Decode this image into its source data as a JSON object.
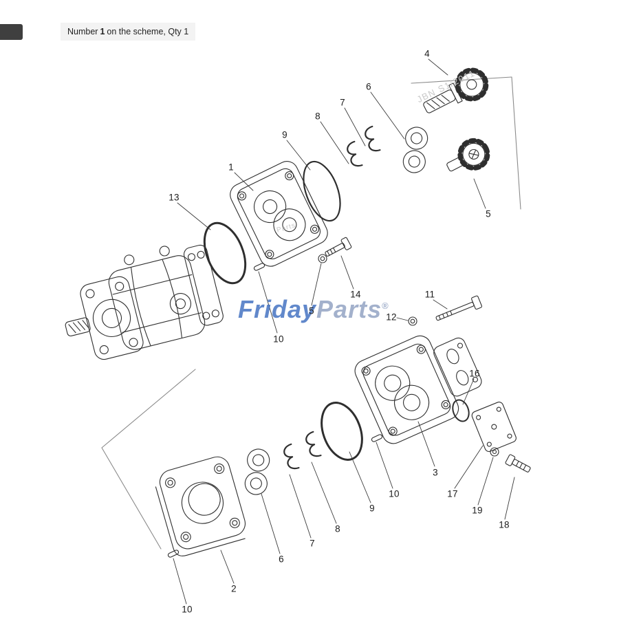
{
  "header": {
    "prefix": "Number",
    "number": "1",
    "suffix": "on the scheme, Qty 1"
  },
  "watermark": {
    "brand_first": "Friday",
    "brand_second": "Parts",
    "registered": "®",
    "stamp": "JBN S1/2011",
    "plate_mark": "Parts"
  },
  "callouts": [
    {
      "label": "4"
    },
    {
      "label": "6"
    },
    {
      "label": "7"
    },
    {
      "label": "8"
    },
    {
      "label": "9"
    },
    {
      "label": "1"
    },
    {
      "label": "13"
    },
    {
      "label": "5"
    },
    {
      "label": "14"
    },
    {
      "label": "5"
    },
    {
      "label": "11"
    },
    {
      "label": "12"
    },
    {
      "label": "10"
    },
    {
      "label": "16"
    },
    {
      "label": "3"
    },
    {
      "label": "17"
    },
    {
      "label": "19"
    },
    {
      "label": "18"
    },
    {
      "label": "10"
    },
    {
      "label": "9"
    },
    {
      "label": "8"
    },
    {
      "label": "7"
    },
    {
      "label": "6"
    },
    {
      "label": "2"
    },
    {
      "label": "10"
    }
  ]
}
